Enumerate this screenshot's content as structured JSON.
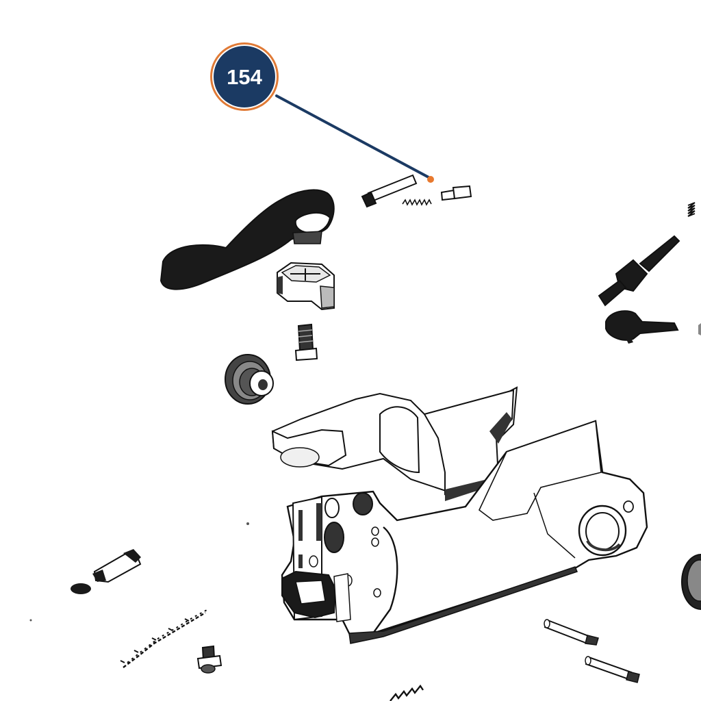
{
  "callout": {
    "number": "154",
    "fill_color": "#1b3a63",
    "ring_color": "#e07a36",
    "leader_color": "#1b3a63",
    "dot_color": "#e8792e"
  },
  "parts": [
    {
      "name": "pin-with-spring-assembly",
      "icon": "pin-icon"
    },
    {
      "name": "opening-lever",
      "icon": "lever-icon"
    },
    {
      "name": "lever-spindle-block",
      "icon": "spindle-block-icon"
    },
    {
      "name": "lever-screw",
      "icon": "screw-icon"
    },
    {
      "name": "lever-spring-coil",
      "icon": "coil-spring-icon"
    },
    {
      "name": "receiver-frame",
      "icon": "receiver-icon"
    },
    {
      "name": "firing-pin-upper",
      "icon": "firing-pin-icon"
    },
    {
      "name": "firing-pin-lower",
      "icon": "firing-pin-icon"
    },
    {
      "name": "small-pin-right-1",
      "icon": "pin-icon"
    },
    {
      "name": "small-pin-right-2",
      "icon": "pin-icon"
    },
    {
      "name": "linkage-bar",
      "icon": "linkage-icon"
    },
    {
      "name": "chain-spring",
      "icon": "chain-spring-icon"
    },
    {
      "name": "bottom-screw",
      "icon": "screw-icon"
    },
    {
      "name": "bottom-spring",
      "icon": "spring-icon"
    },
    {
      "name": "hinge-stud",
      "icon": "stud-icon"
    }
  ]
}
